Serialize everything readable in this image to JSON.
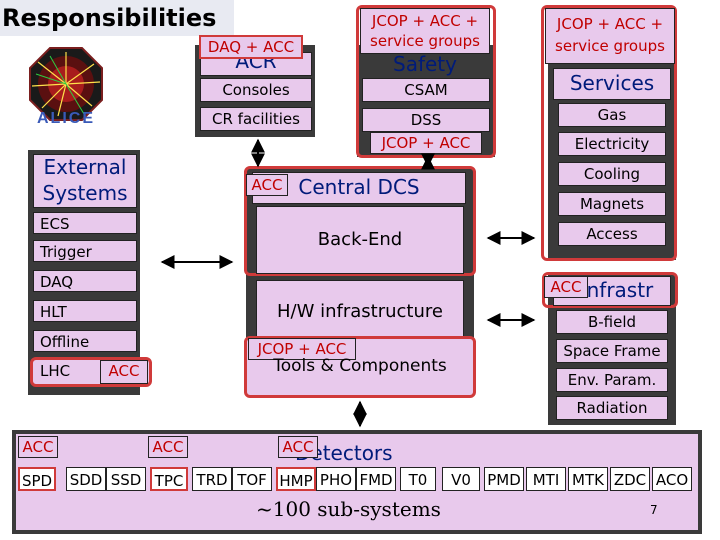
{
  "title": "Responsibilities",
  "logo_text": "ALICE",
  "top_boxes": {
    "acr": {
      "tag": "DAQ + ACC",
      "title": "ACR",
      "items": [
        "Consoles",
        "CR facilities"
      ]
    },
    "safety": {
      "tag": "JCOP + ACC + service groups",
      "title": "Safety",
      "items": [
        "CSAM",
        "DSS"
      ],
      "bottom_tag": "JCOP + ACC"
    },
    "services": {
      "tag": "JCOP + ACC + service groups",
      "title": "Services",
      "items": [
        "Gas",
        "Electricity",
        "Cooling",
        "Magnets",
        "Access"
      ]
    }
  },
  "external": {
    "title_line1": "External",
    "title_line2": "Systems",
    "items": [
      "ECS",
      "Trigger",
      "DAQ",
      "HLT",
      "Offline",
      "LHC"
    ],
    "lhc_tag": "ACC"
  },
  "central": {
    "tag": "ACC",
    "title": "Central DCS",
    "backend": "Back-End",
    "hw": "H/W infrastructure",
    "tools_tag": "JCOP + ACC",
    "tools": "Tools & Components"
  },
  "infra": {
    "tag": "ACC",
    "title": "Infrastr",
    "items": [
      "B-field",
      "Space Frame",
      "Env. Param.",
      "Radiation"
    ]
  },
  "detectors": {
    "title": "Detectors",
    "tags": [
      "ACC",
      "ACC",
      "ACC"
    ],
    "cells": [
      "SPD",
      "SDD",
      "SSD",
      "TPC",
      "TRD",
      "TOF",
      "HMP",
      "PHO",
      "FMD",
      "T0",
      "V0",
      "PMD",
      "MTI",
      "MTK",
      "ZDC",
      "ACO"
    ],
    "subsystems": "~100 sub-systems",
    "page": "7"
  },
  "colors": {
    "box_fill": "#e8c9ec",
    "dark_panel": "#3a3a3a",
    "red_highlight": "#d03a3a",
    "tag_red_text": "#c00000",
    "tag_blue_text": "#001b7a",
    "title_bg": "#e8eaf2"
  }
}
